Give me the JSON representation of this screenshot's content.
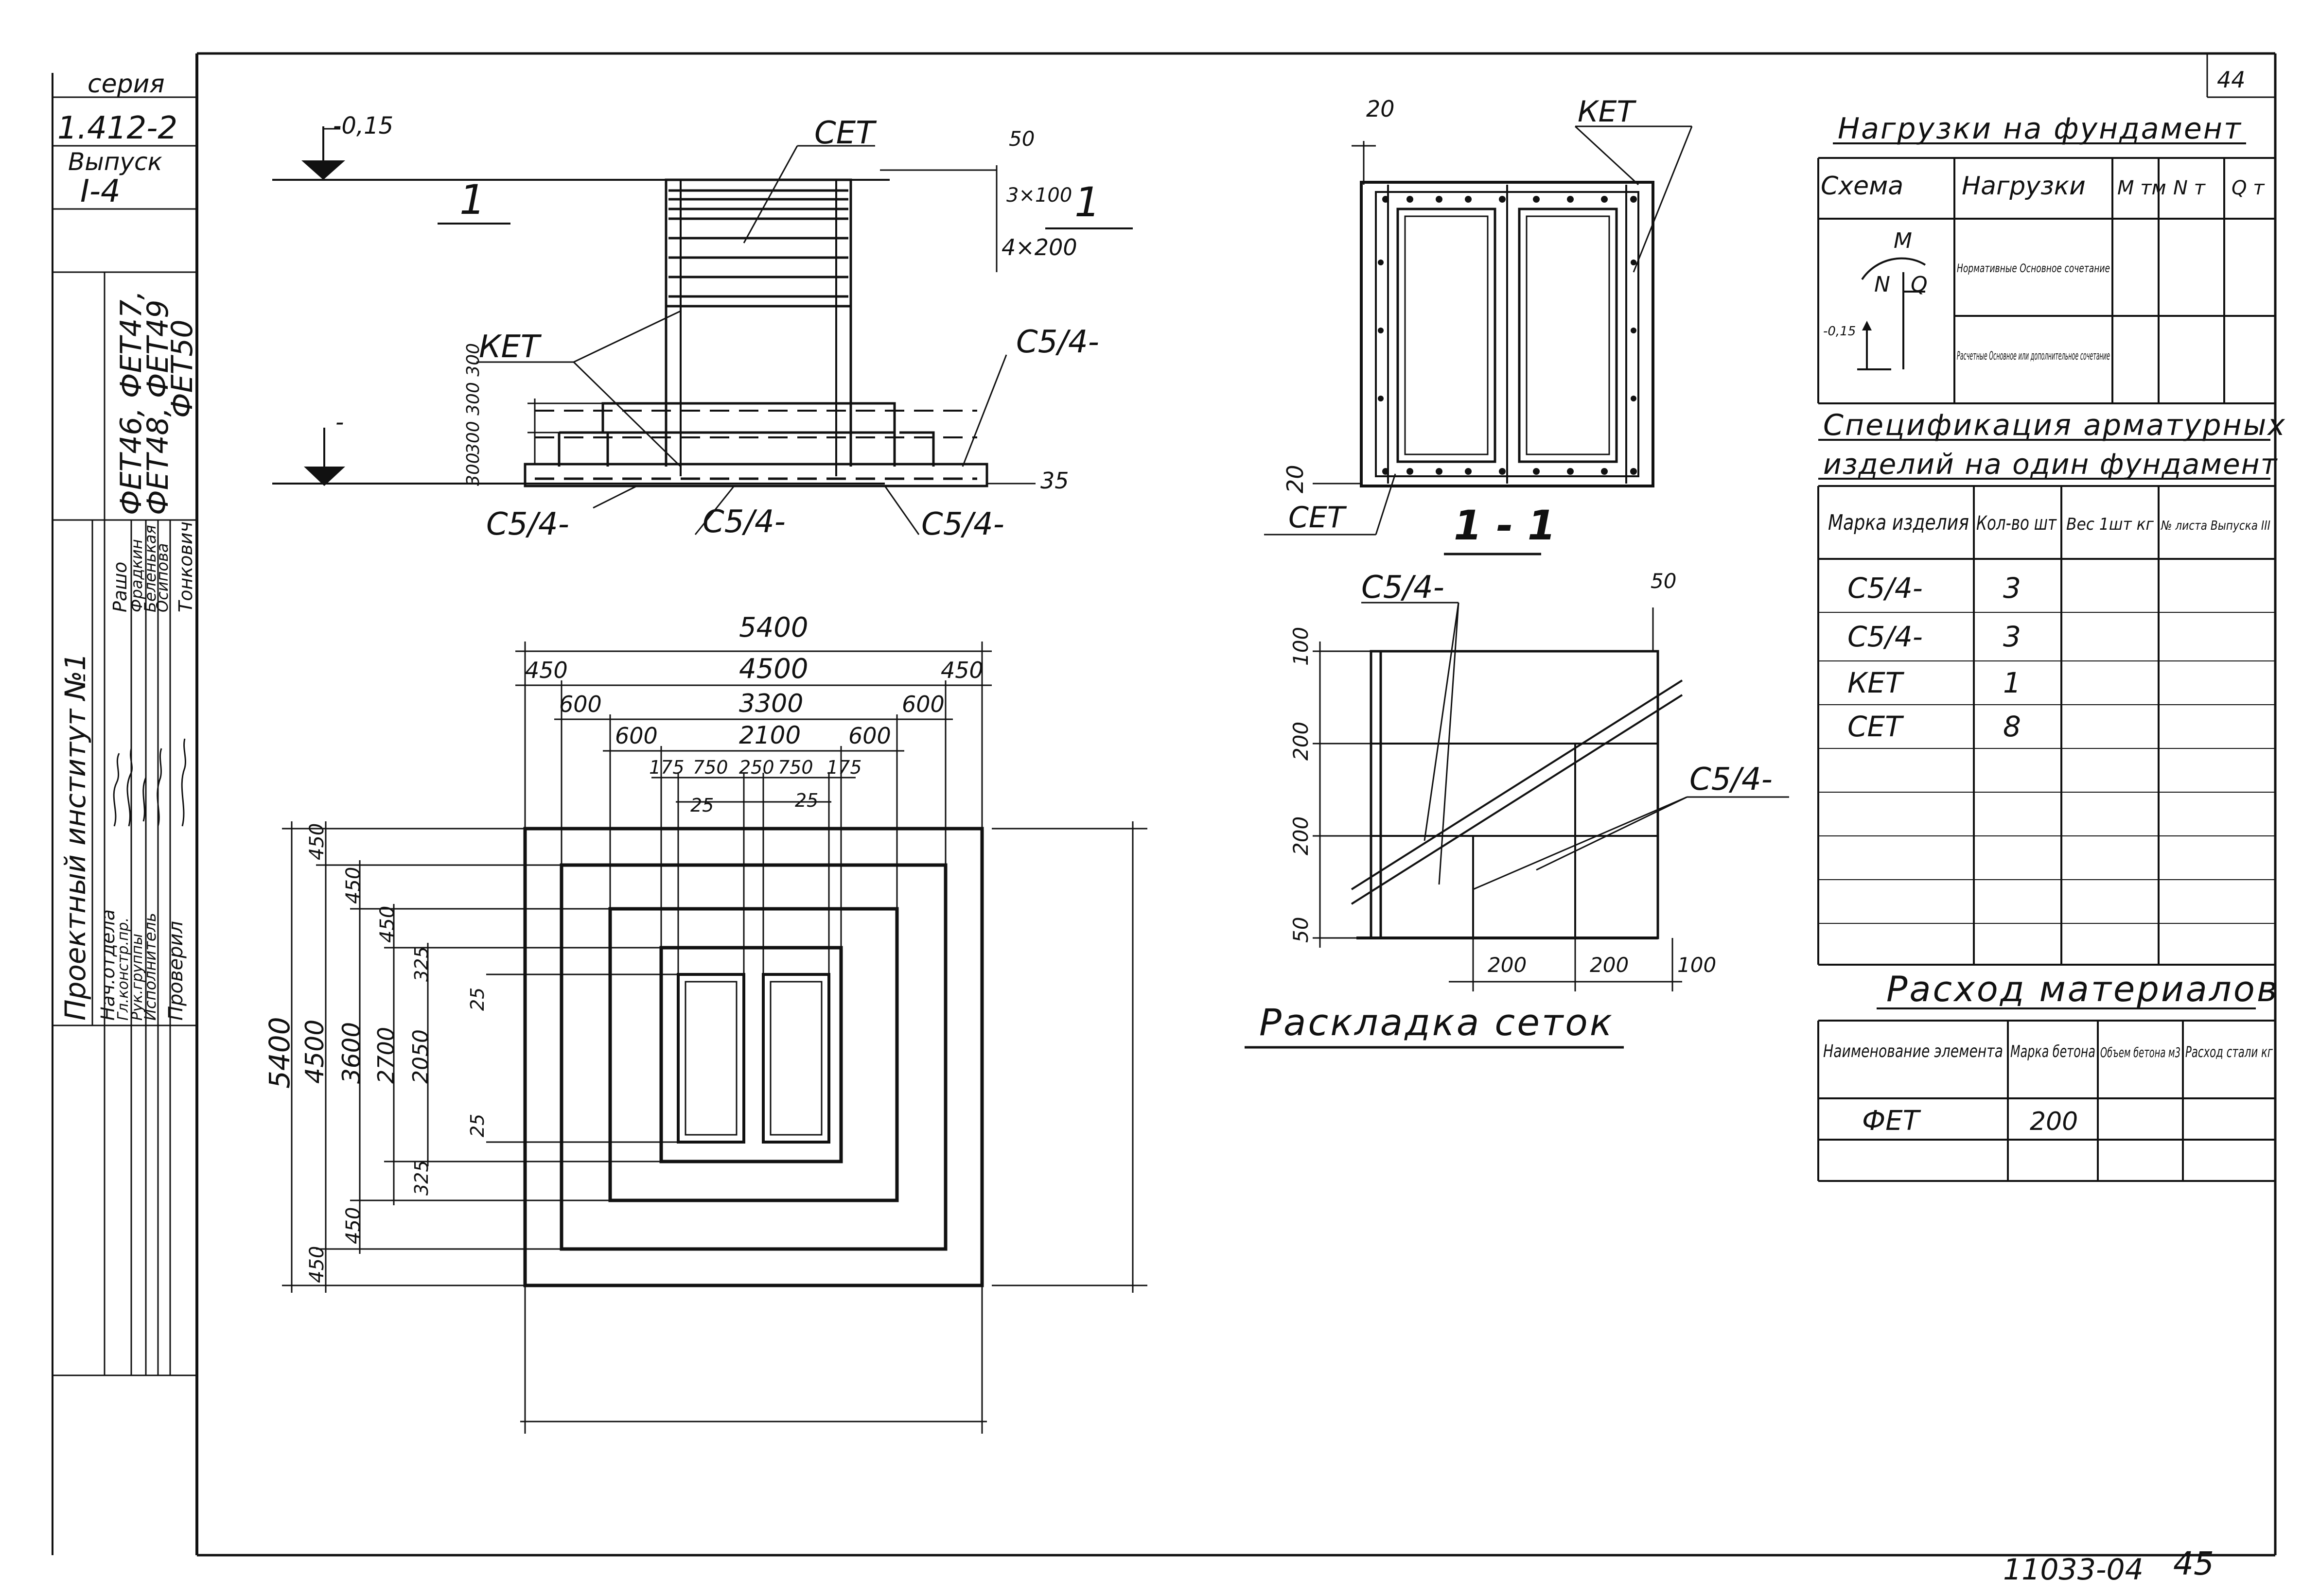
{
  "stamp": {
    "seria_label": "серия",
    "seria_value": "1.412-2",
    "vypusk_label": "Выпуск",
    "vypusk_value": "I-4",
    "products_line1": "ФЕТ46, ФЕТ47,",
    "products_line2": "ФЕТ48, ФЕТ49",
    "products_line3": "ФЕТ50",
    "institute": "Проектный институт №1",
    "roles": [
      "Нач.отдела",
      "Гл.констр.пр.",
      "Рук.группы",
      "Исполнитель",
      "Проверил"
    ],
    "names": [
      "Рашо",
      "Фрадкин",
      "Беленькая",
      "Осипова",
      "Тонкович"
    ]
  },
  "sheet": {
    "number": "44",
    "doc_code": "11033-04",
    "page_number": "45"
  },
  "section_view": {
    "level_mark": "-0,15",
    "section_tag": "1",
    "mesh_top": "СЕТ",
    "frame": "КЕТ",
    "mesh_c54": "С5/4-",
    "dims_right": [
      "50",
      "3×100",
      "4×200"
    ],
    "dims_left": "300 300 300",
    "dim_bottom_left": "300",
    "dim_35": "35",
    "level_bottom": "-"
  },
  "plan_view": {
    "dims_top": [
      "5400",
      "450",
      "4500",
      "450",
      "600",
      "3300",
      "600",
      "600",
      "2100",
      "600",
      "175",
      "750",
      "250",
      "750",
      "175",
      "25",
      "25"
    ],
    "dims_left": [
      "5400",
      "4500",
      "3600",
      "2700",
      "2050",
      "450",
      "450",
      "450",
      "450",
      "450",
      "325",
      "325",
      "25",
      "25"
    ]
  },
  "section_1_1": {
    "title": "1 - 1",
    "frame": "КЕТ",
    "mesh": "СЕТ",
    "dim_top": "20",
    "dim_left": "20"
  },
  "mesh_layout": {
    "title": "Раскладка сеток",
    "mark_top": "С5/4-",
    "mark_right": "С5/4-",
    "dims_left": [
      "100",
      "200",
      "200",
      "50"
    ],
    "dim_top": "50",
    "dims_bottom": [
      "200",
      "200",
      "100"
    ]
  },
  "loads": {
    "title": "Нагрузки на фундамент",
    "headers": [
      "Схема",
      "Нагрузки",
      "M тм",
      "N т",
      "Q т"
    ],
    "rows": [
      "Нормативные Основное сочетание",
      "Расчетные Основное или дополнительное сочетание"
    ],
    "scheme_labels": [
      "M",
      "N",
      "Q",
      "-0,15"
    ]
  },
  "specification": {
    "title_line1": "Спецификация арматурных",
    "title_line2": "изделий на один фундамент",
    "headers": [
      "Марка изделия",
      "Кол-во шт",
      "Вес 1шт кг",
      "№ листа Выпуска III"
    ],
    "rows": [
      {
        "mark": "С5/4-",
        "qty": "3"
      },
      {
        "mark": "С5/4-",
        "qty": "3"
      },
      {
        "mark": "КЕТ",
        "qty": "1"
      },
      {
        "mark": "СЕТ",
        "qty": "8"
      }
    ]
  },
  "materials": {
    "title": "Расход материалов",
    "headers": [
      "Наименование элемента",
      "Марка бетона",
      "Объем бетона м3",
      "Расход стали кг"
    ],
    "rows": [
      {
        "name": "ФЕТ",
        "grade": "200",
        "volume": "",
        "steel": ""
      }
    ]
  }
}
